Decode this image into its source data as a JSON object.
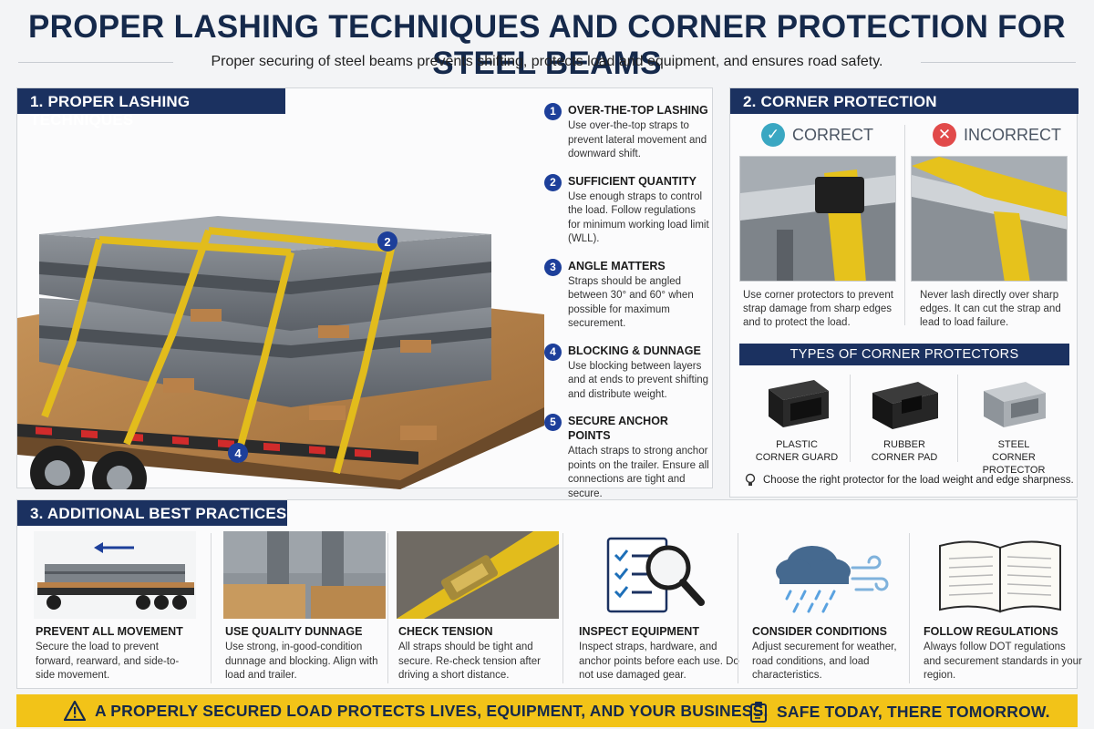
{
  "title": "PROPER LASHING TECHNIQUES AND CORNER PROTECTION FOR STEEL BEAMS",
  "subtitle": "Proper securing of steel beams prevents shifting, protects load and equipment, and ensures road safety.",
  "section1": {
    "heading": "1. PROPER LASHING TECHNIQUES",
    "callouts": [
      "2",
      "4"
    ],
    "steps": [
      {
        "num": "1",
        "title": "OVER-THE-TOP LASHING",
        "text": "Use over-the-top straps to prevent lateral movement and downward shift."
      },
      {
        "num": "2",
        "title": "SUFFICIENT QUANTITY",
        "text": "Use enough straps to control the load. Follow regulations for minimum working load limit (WLL)."
      },
      {
        "num": "3",
        "title": "ANGLE MATTERS",
        "text": "Straps should be angled between 30° and 60° when possible for maximum securement."
      },
      {
        "num": "4",
        "title": "BLOCKING & DUNNAGE",
        "text": "Use blocking between layers and at ends to prevent shifting and distribute weight."
      },
      {
        "num": "5",
        "title": "SECURE ANCHOR POINTS",
        "text": "Attach straps to strong anchor points on the trailer. Ensure all connections are tight and secure."
      }
    ]
  },
  "section2": {
    "heading": "2. CORNER PROTECTION",
    "correct": {
      "label": "CORRECT",
      "caption": "Use corner protectors to prevent strap damage from sharp edges and to protect the load."
    },
    "incorrect": {
      "label": "INCORRECT",
      "caption": "Never lash directly over sharp edges. It can cut the strap and lead to load failure."
    },
    "types_heading": "TYPES OF CORNER PROTECTORS",
    "types": [
      {
        "line1": "PLASTIC",
        "line2": "CORNER GUARD"
      },
      {
        "line1": "RUBBER",
        "line2": "CORNER PAD"
      },
      {
        "line1": "STEEL",
        "line2": "CORNER PROTECTOR"
      }
    ],
    "tip": "Choose the right protector for the load weight and edge sharpness."
  },
  "section3": {
    "heading": "3. ADDITIONAL BEST PRACTICES",
    "items": [
      {
        "title": "PREVENT ALL MOVEMENT",
        "text": "Secure the load to prevent forward, rearward, and side-to-side movement."
      },
      {
        "title": "USE QUALITY DUNNAGE",
        "text": "Use strong, in-good-condition dunnage and blocking. Align with load and trailer."
      },
      {
        "title": "CHECK TENSION",
        "text": "All straps should be tight and secure. Re-check tension after driving a short distance."
      },
      {
        "title": "INSPECT EQUIPMENT",
        "text": "Inspect straps, hardware, and anchor points before each use. Do not use damaged gear."
      },
      {
        "title": "CONSIDER CONDITIONS",
        "text": "Adjust securement for weather, road conditions, and load characteristics."
      },
      {
        "title": "FOLLOW REGULATIONS",
        "text": "Always follow DOT regulations and securement standards in your region."
      }
    ]
  },
  "banner": {
    "left": "A PROPERLY SECURED LOAD PROTECTS LIVES, EQUIPMENT, AND YOUR BUSINESS.",
    "right": "SAFE TODAY, THERE TOMORROW."
  },
  "colors": {
    "navy": "#1b3160",
    "title": "#15294b",
    "strap": "#e8c21e",
    "correct": "#3aa7c2",
    "incorrect": "#e14a4a",
    "banner": "#f2c318"
  }
}
